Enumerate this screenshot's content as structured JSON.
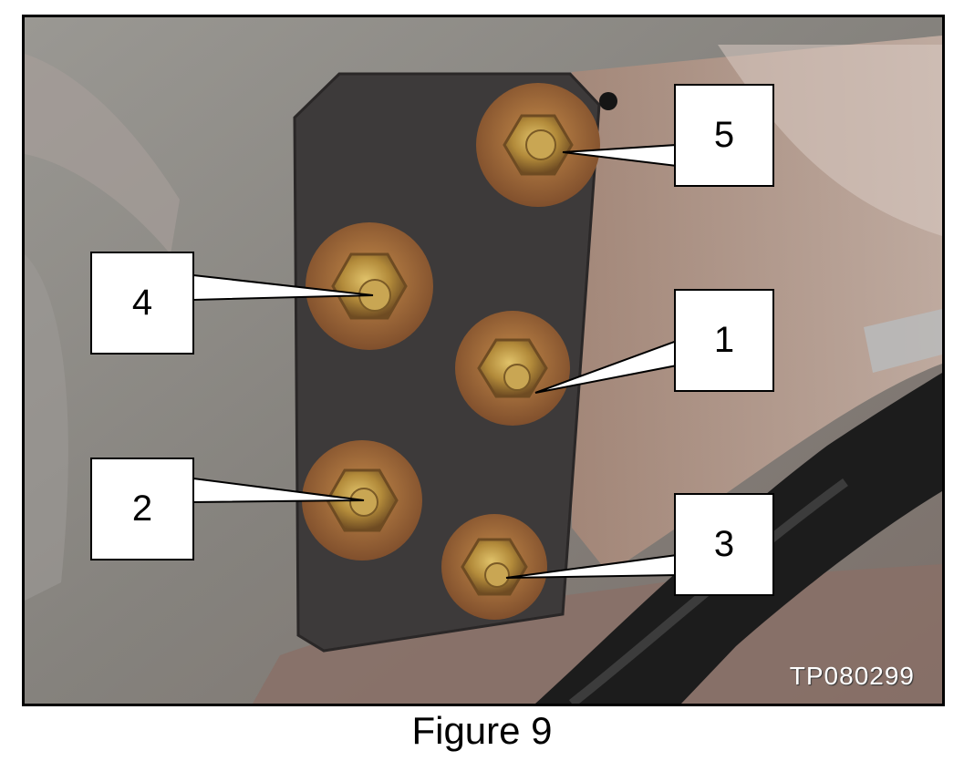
{
  "figure": {
    "caption": "Figure 9",
    "photo_code": "TP080299"
  },
  "callouts": [
    "1",
    "2",
    "3",
    "4",
    "5"
  ],
  "colors": {
    "plate": "#3d3a3a",
    "bolt": "#b28a3a",
    "frame": "#8f8d88"
  }
}
